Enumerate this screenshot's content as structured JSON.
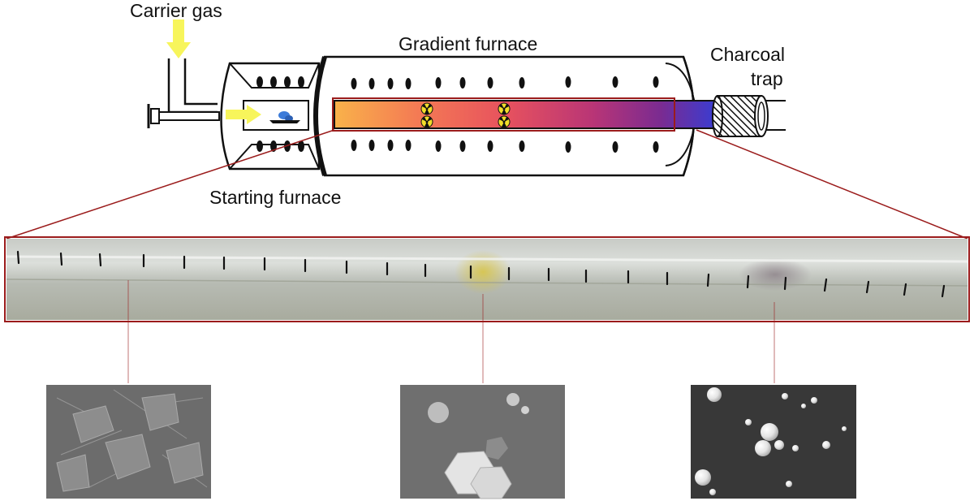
{
  "labels": {
    "carrier_gas": "Carrier gas",
    "gradient_furnace": "Gradient furnace",
    "charcoal_trap_line1": "Charcoal",
    "charcoal_trap_line2": "trap",
    "starting_furnace": "Starting furnace"
  },
  "gradient_colors": [
    "#f9b24a",
    "#f47a54",
    "#e7525e",
    "#b93576",
    "#7a2b91",
    "#3c3ccf"
  ],
  "colors": {
    "outline": "#000000",
    "arrow": "#f7f55b",
    "magnifier_frame": "#9b1c1c",
    "deposit_zone": "#d8c441",
    "tube_photo_bg": "#b9bdb5",
    "sem_bg": "#707070"
  },
  "icons": [
    "radiation-icon",
    "radiation-icon",
    "radiation-icon",
    "radiation-icon",
    "sample-boat-icon",
    "gas-valve-icon"
  ]
}
